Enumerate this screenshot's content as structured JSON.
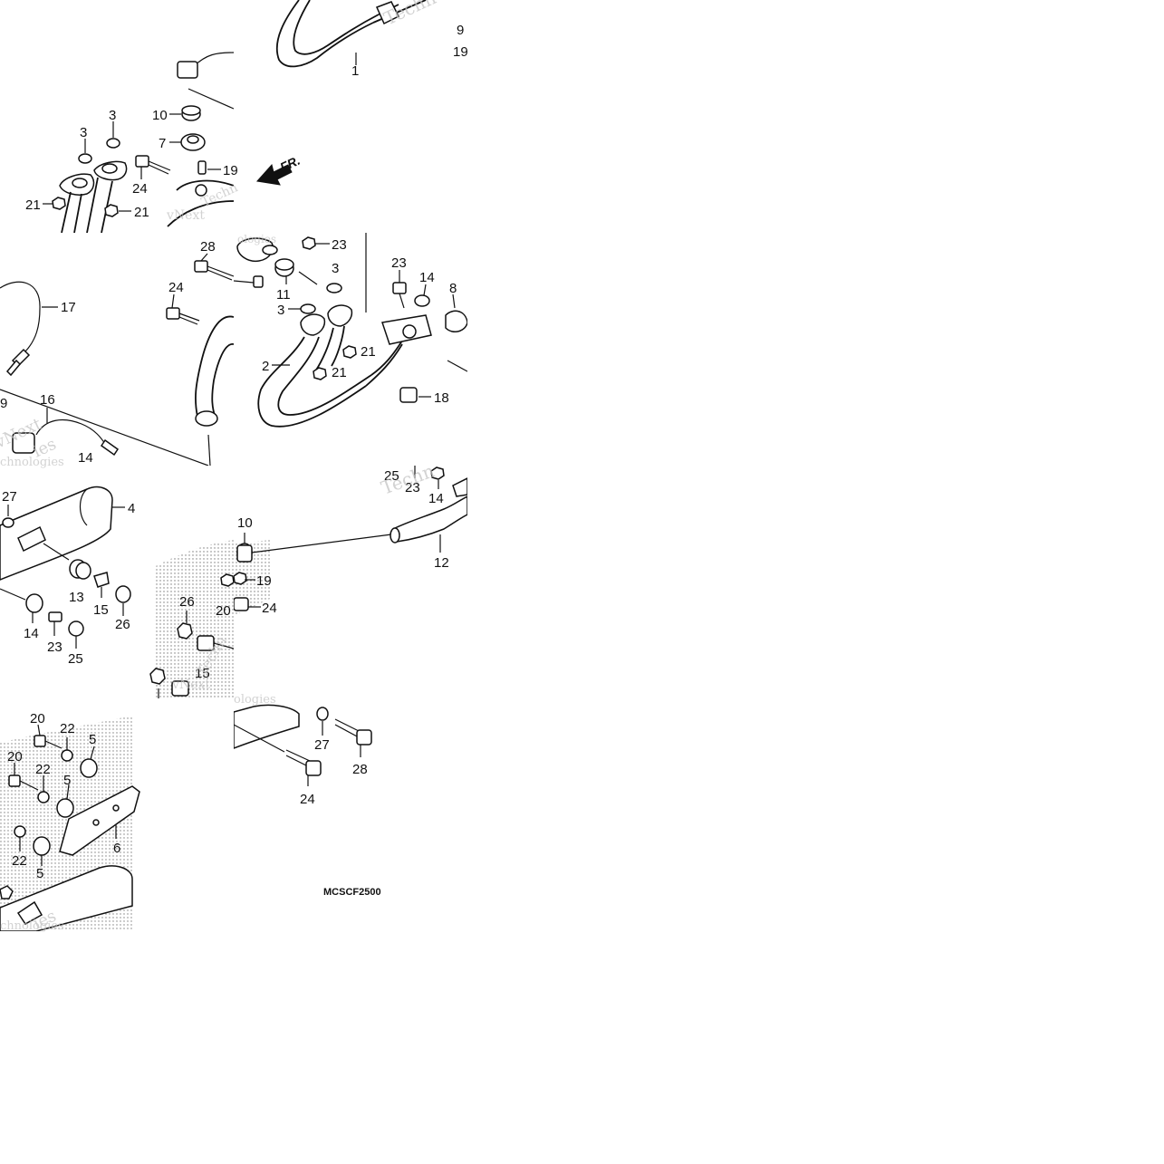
{
  "diagram_code": "MCSCF2500",
  "front_indicator": "FR.",
  "watermark_text": "Technologies",
  "watermark_lines": [
    "vNext",
    "Technologies",
    "Techn",
    "ies",
    "ologies",
    "chnologies"
  ],
  "labels": {
    "l1": "1",
    "l9a": "9",
    "l19a": "19",
    "l10a": "10",
    "l7": "7",
    "l3a": "3",
    "l3b": "3",
    "l24a": "24",
    "l19b": "19",
    "l21a": "21",
    "l21b": "21",
    "l28a": "28",
    "l23a": "23",
    "l11": "11",
    "l3c": "3",
    "l3d": "3",
    "l24b": "24",
    "l17": "17",
    "l9b": "9",
    "l16": "16",
    "l14a": "14",
    "l23b": "23",
    "l14b": "14",
    "l8": "8",
    "l2": "2",
    "l21c": "21",
    "l21d": "21",
    "l18": "18",
    "l27a": "27",
    "l4": "4",
    "l13": "13",
    "l15a": "15",
    "l26a": "26",
    "l14c": "14",
    "l23c": "23",
    "l25a": "25",
    "l25b": "25",
    "l23d": "23",
    "l14d": "14",
    "l10b": "10",
    "l12": "12",
    "l19c": "19",
    "l26b": "26",
    "l20a": "20",
    "l24c": "24",
    "l15b": "15",
    "l20b": "20",
    "l22a": "22",
    "l5a": "5",
    "l20c": "20",
    "l22b": "22",
    "l5b": "5",
    "l6": "6",
    "l22c": "22",
    "l5c": "5",
    "l27b": "27",
    "l28b": "28",
    "l24d": "24"
  },
  "colors": {
    "ink": "#111111",
    "watermark": "#c4c4c4",
    "background": "#ffffff"
  }
}
